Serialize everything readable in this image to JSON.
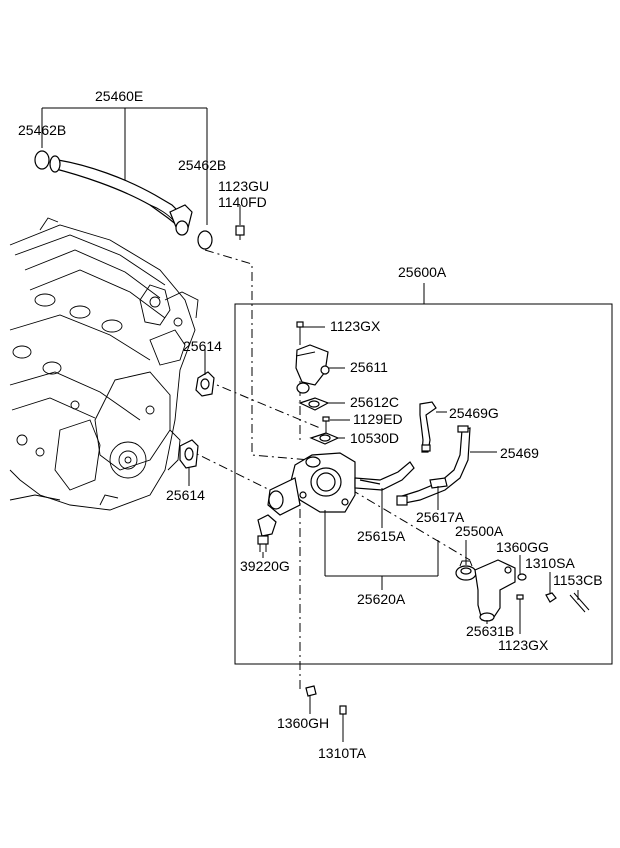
{
  "labels": {
    "p25460E": "25460E",
    "p25462B_l": "25462B",
    "p25462B_r": "25462B",
    "p1123GU": "1123GU",
    "p1140FD": "1140FD",
    "p25600A": "25600A",
    "p1123GX_top": "1123GX",
    "p25614_top": "25614",
    "p25611": "25611",
    "p25612C": "25612C",
    "p1129ED": "1129ED",
    "p25469G": "25469G",
    "p10530D": "10530D",
    "p25469": "25469",
    "p25614_bot": "25614",
    "p25617A": "25617A",
    "p25500A": "25500A",
    "p25615A": "25615A",
    "p1360GG": "1360GG",
    "p1310SA": "1310SA",
    "p39220G": "39220G",
    "p1153CB": "1153CB",
    "p25620A": "25620A",
    "p25631B": "25631B",
    "p1123GX_bot": "1123GX",
    "p1360GH": "1360GH",
    "p1310TA": "1310TA"
  }
}
